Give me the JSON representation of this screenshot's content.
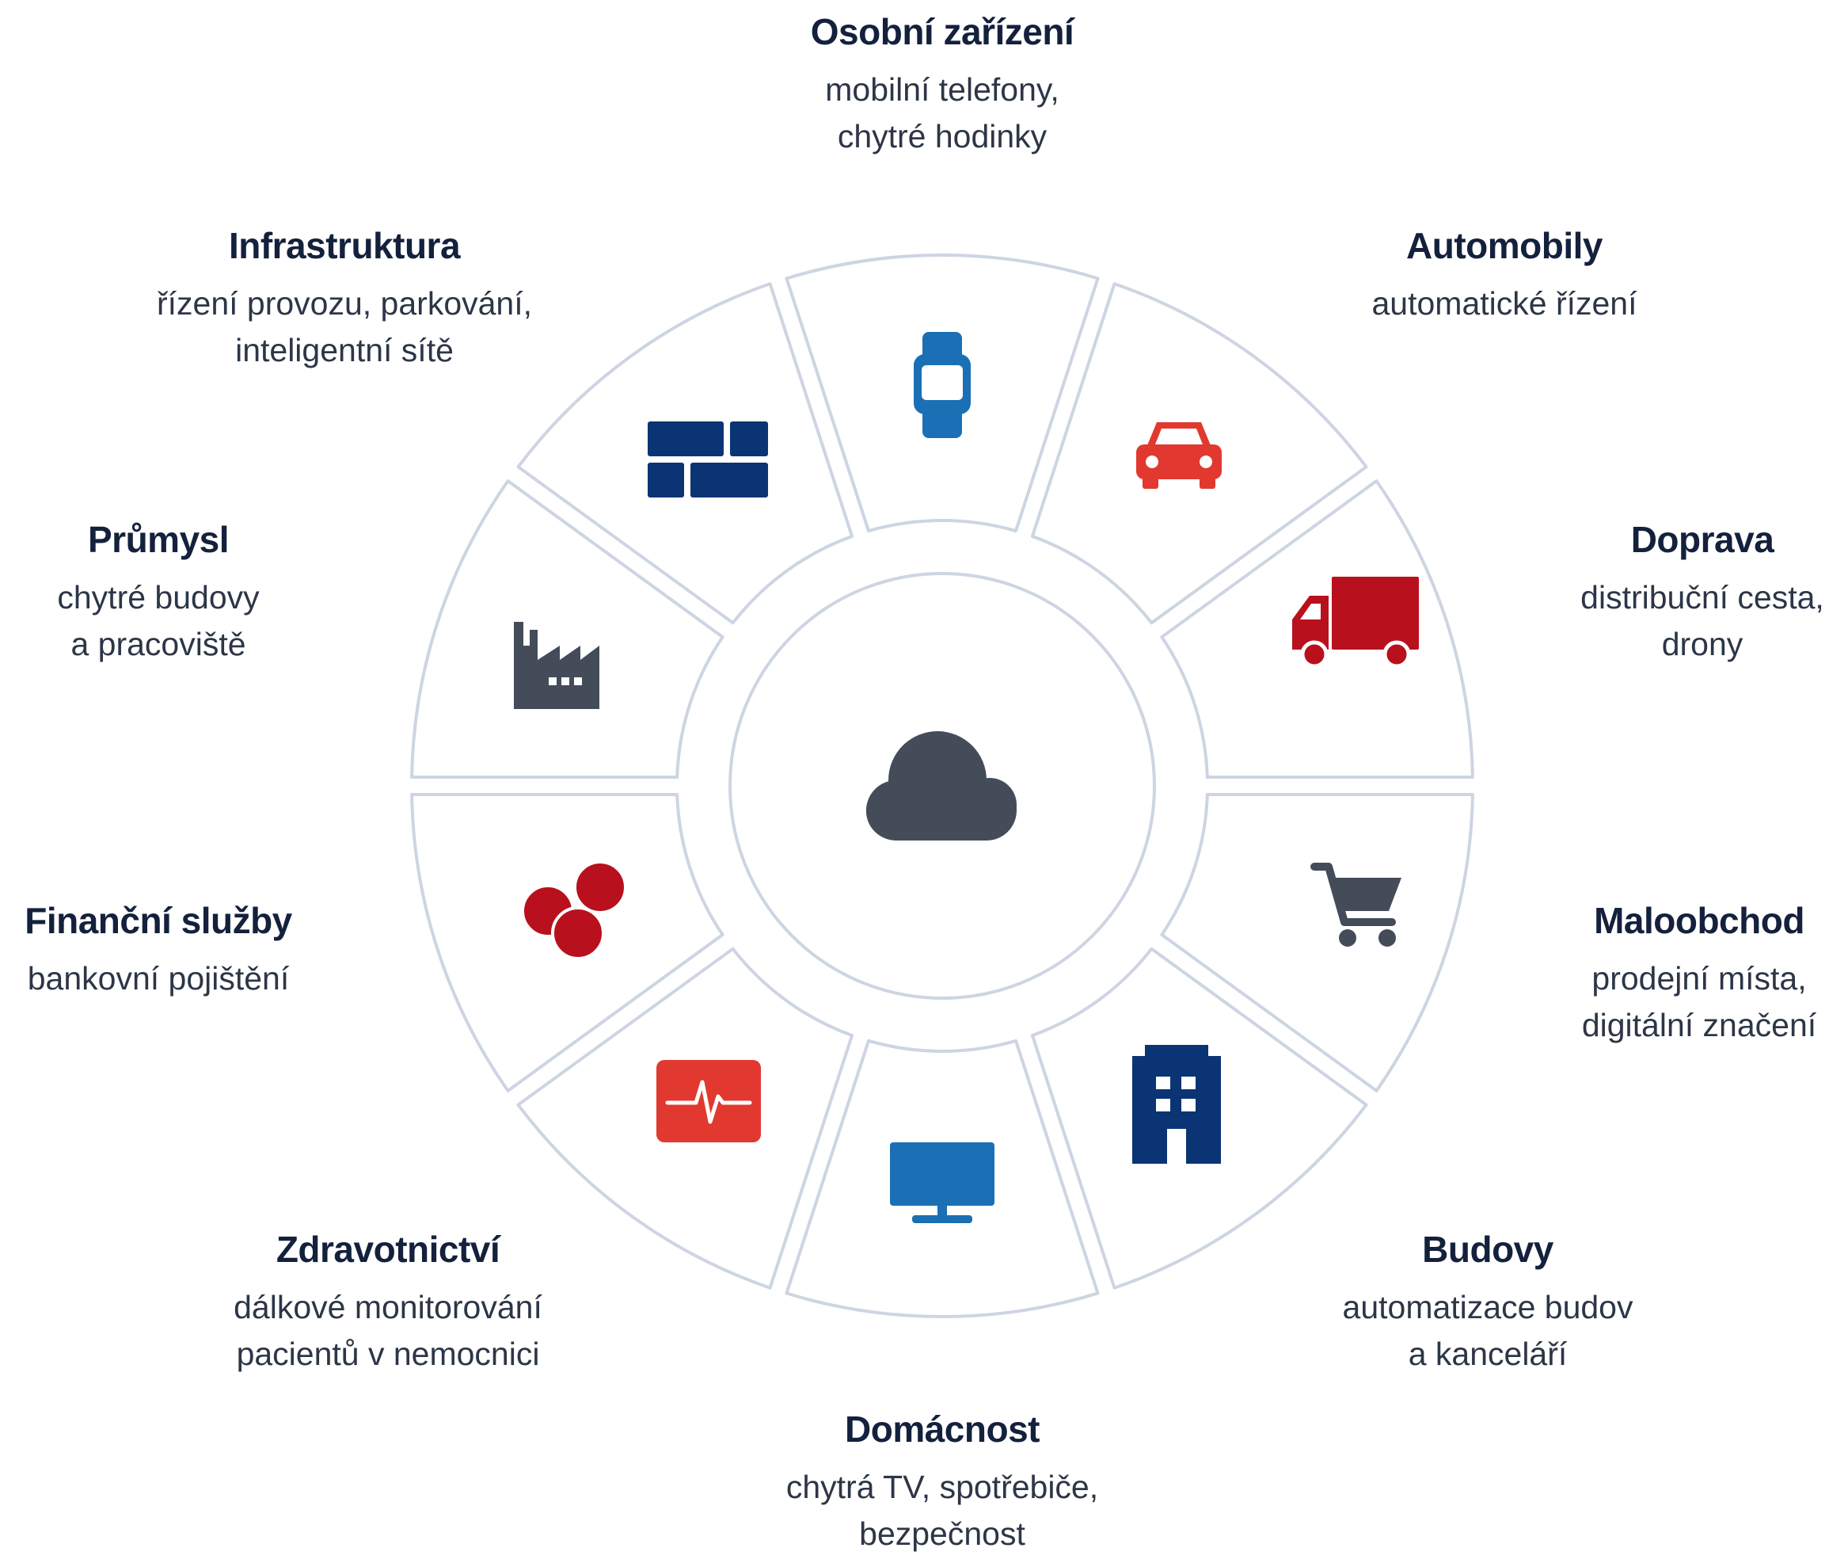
{
  "colors": {
    "ring_stroke": "#cdd5e2",
    "navy": "#0b3474",
    "blue": "#1b6fb4",
    "red": "#e1392f",
    "dark_red": "#b9101e",
    "slate": "#444c5a",
    "heading": "#14213d",
    "text": "#2c3647"
  },
  "center": {
    "icon": "cloud-icon"
  },
  "sectors": [
    {
      "id": "osobni-zarizeni",
      "title": "Osobní zařízení",
      "desc": "mobilní telefony,\nchytré hodinky",
      "icon": "smartwatch-icon"
    },
    {
      "id": "automobily",
      "title": "Automobily",
      "desc": "automatické řízení",
      "icon": "car-icon"
    },
    {
      "id": "doprava",
      "title": "Doprava",
      "desc": "distribuční cesta,\ndrony",
      "icon": "truck-icon"
    },
    {
      "id": "maloobchod",
      "title": "Maloobchod",
      "desc": "prodejní místa,\ndigitální značení",
      "icon": "shopping-cart-icon"
    },
    {
      "id": "budovy",
      "title": "Budovy",
      "desc": "automatizace budov\na kanceláří",
      "icon": "building-icon"
    },
    {
      "id": "domacnost",
      "title": "Domácnost",
      "desc": "chytrá TV, spotřebiče,\nbezpečnost",
      "icon": "monitor-icon"
    },
    {
      "id": "zdravotnictvi",
      "title": "Zdravotnictví",
      "desc": "dálkové monitorování\npacientů v nemocnici",
      "icon": "heart-monitor-icon"
    },
    {
      "id": "financni-sluzby",
      "title": "Finanční služby",
      "desc": "bankovní pojištění",
      "icon": "coins-icon"
    },
    {
      "id": "prumysl",
      "title": "Průmysl",
      "desc": "chytré budovy\na pracoviště",
      "icon": "factory-icon"
    },
    {
      "id": "infrastruktura",
      "title": "Infrastruktura",
      "desc": "řízení provozu, parkování,\ninteligentní sítě",
      "icon": "brick-wall-icon"
    }
  ]
}
